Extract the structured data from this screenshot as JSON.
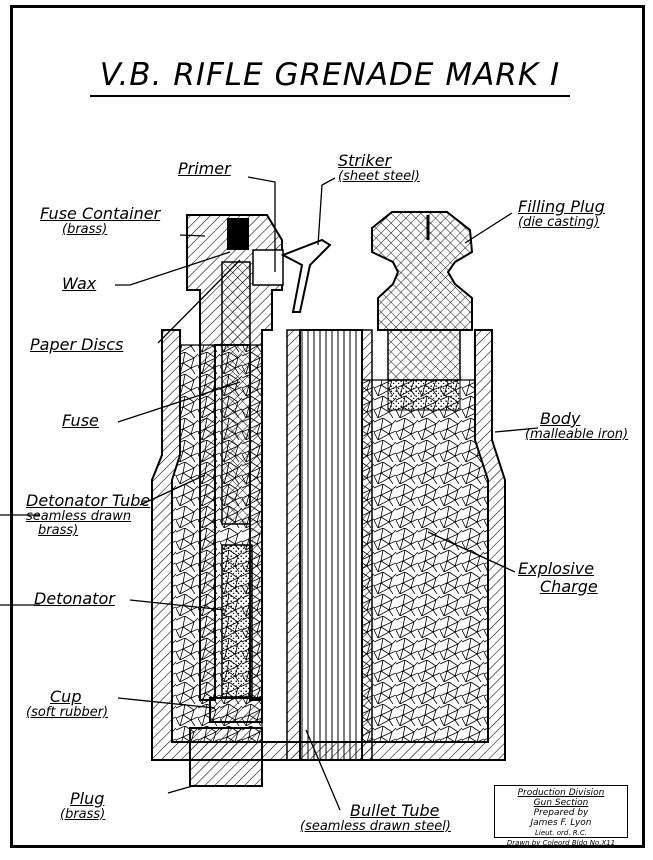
{
  "title": "V.B. RIFLE GRENADE MARK I",
  "labels": {
    "primer": "Primer",
    "striker": "Striker",
    "striker_sub": "(sheet steel)",
    "fuse_container": "Fuse Container",
    "fuse_container_sub": "(brass)",
    "filling_plug": "Filling Plug",
    "filling_plug_sub": "(die casting)",
    "wax": "Wax",
    "paper_discs": "Paper Discs",
    "fuse": "Fuse",
    "body": "Body",
    "body_sub": "(malleable iron)",
    "detonator_tube": "Detonator Tube",
    "detonator_tube_sub1": "seamless drawn",
    "detonator_tube_sub2": "brass)",
    "explosive_charge_1": "Explosive",
    "explosive_charge_2": "Charge",
    "detonator": "Detonator",
    "cup": "Cup",
    "cup_sub": "(soft rubber)",
    "plug": "Plug",
    "plug_sub": "(brass)",
    "bullet_tube": "Bullet Tube",
    "bullet_tube_sub": "(seamless drawn steel)"
  },
  "title_block": {
    "line1": "Production Division",
    "line2": "Gun Section",
    "line3": "Prepared by",
    "line4": "James F. Lyon",
    "line5": "Lieut. ord. R.C.",
    "line6": "Drawn by Coleord Bldg No.X11"
  },
  "colors": {
    "ink": "#000000",
    "paper": "#ffffff"
  }
}
